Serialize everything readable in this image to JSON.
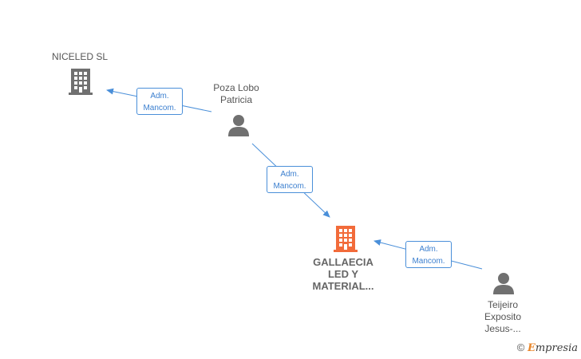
{
  "nodes": {
    "niceled": {
      "label": "NICELED  SL",
      "icon": "building-icon",
      "color": "#707070"
    },
    "poza": {
      "label_line1": "Poza Lobo",
      "label_line2": "Patricia",
      "icon": "person-icon",
      "color": "#707070"
    },
    "gallaecia": {
      "label_line1": "GALLAECIA",
      "label_line2": "LED Y",
      "label_line3": "MATERIAL...",
      "icon": "building-icon",
      "color": "#f26b3a"
    },
    "teijeiro": {
      "label_line1": "Teijeiro",
      "label_line2": "Exposito",
      "label_line3": "Jesus-...",
      "icon": "person-icon",
      "color": "#707070"
    }
  },
  "edges": [
    {
      "line1": "Adm.",
      "line2": "Mancom."
    },
    {
      "line1": "Adm.",
      "line2": "Mancom."
    },
    {
      "line1": "Adm.",
      "line2": "Mancom."
    }
  ],
  "colors": {
    "edge": "#4a8fd9"
  },
  "brand": {
    "copyright": "©",
    "first_letter": "E",
    "rest": "mpresia"
  }
}
